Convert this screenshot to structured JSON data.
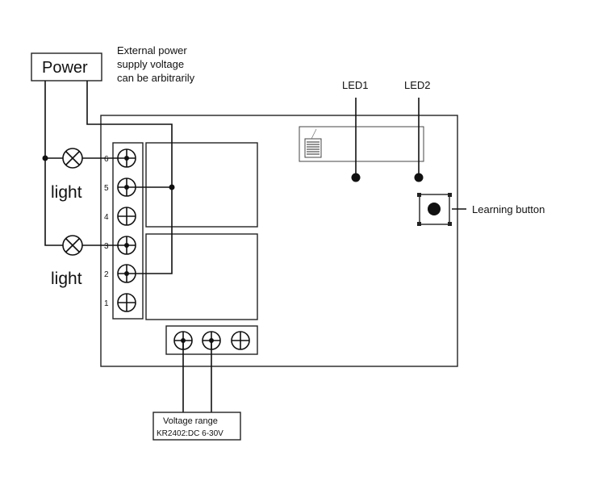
{
  "power_label": "Power",
  "external_note": [
    "External power",
    "supply voltage",
    "can be arbitrarily"
  ],
  "led1_label": "LED1",
  "led2_label": "LED2",
  "learning_button_label": "Learning button",
  "light_label_1": "light",
  "light_label_2": "light",
  "terminal_numbers": [
    "6",
    "5",
    "4",
    "3",
    "2",
    "1"
  ],
  "voltage_box": [
    "Voltage range",
    "KR2402:DC  6-30V"
  ]
}
